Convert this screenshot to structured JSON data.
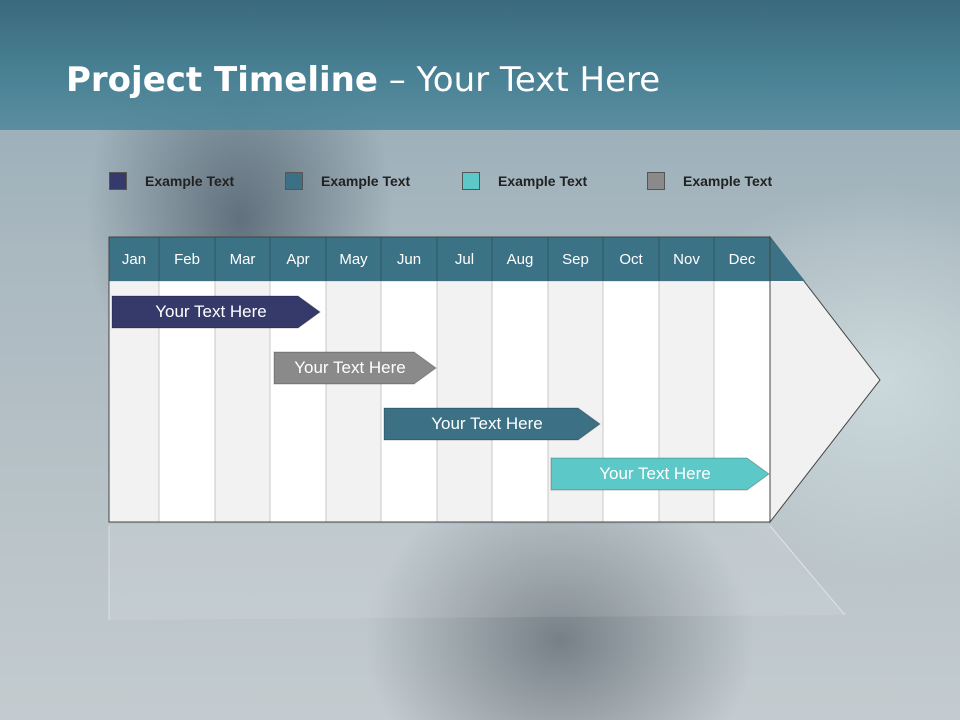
{
  "slide": {
    "title_bold": "Project Timeline",
    "title_rest": " – Your Text Here"
  },
  "legend": [
    {
      "label": "Example Text",
      "color": "#363a6b"
    },
    {
      "label": "Example Text",
      "color": "#3c7085"
    },
    {
      "label": "Example Text",
      "color": "#5dc8c8"
    },
    {
      "label": "Example Text",
      "color": "#8a8a8a"
    }
  ],
  "months": [
    "Jan",
    "Feb",
    "Mar",
    "Apr",
    "May",
    "Jun",
    "Jul",
    "Aug",
    "Sep",
    "Oct",
    "Nov",
    "Dec"
  ],
  "tasks": [
    {
      "label": "Your  Text Here",
      "color": "#363a6b",
      "start": "Jan",
      "end": "Apr"
    },
    {
      "label": "Your  Text Here",
      "color": "#8a8a8a",
      "start": "Apr",
      "end": "Jun"
    },
    {
      "label": "Your  Text Here",
      "color": "#3c7085",
      "start": "Jun",
      "end": "Sep"
    },
    {
      "label": "Your  Text Here",
      "color": "#5dc8c8",
      "start": "Sep",
      "end": "Dec"
    }
  ],
  "colors": {
    "header_row": "#3c7285",
    "column_light": "#ffffff",
    "column_shade": "#f2f2f2"
  }
}
